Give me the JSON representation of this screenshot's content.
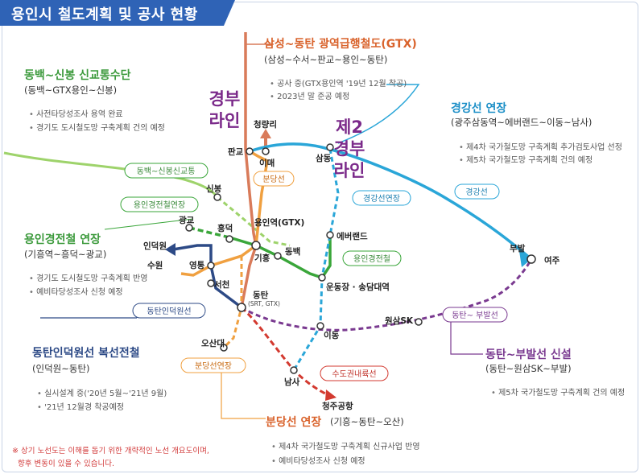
{
  "title": "용인시 철도계획 및 공사 현황",
  "colors": {
    "title_bg": "#2f63b6",
    "gtx": "#d66a4a",
    "green": "#3aa63a",
    "blue": "#2aa6d8",
    "navy": "#2d4a86",
    "purple": "#7a3a90",
    "orange": "#e08a3c",
    "red": "#d33a30"
  },
  "overlay": {
    "gyeongbu": [
      "경부",
      "라인"
    ],
    "gyeongbu2": [
      "제2",
      "경부",
      "라인"
    ]
  },
  "sections": {
    "gtx": {
      "title": "삼성~동탄 광역급행철도(GTX)",
      "subtitle": "(삼성~수서~판교~용인~동탄)",
      "bullets": [
        "공사 중(GTX용인역 '19년 12월 착공)",
        "2023년 말 준공 예정"
      ]
    },
    "dongbaek": {
      "title": "동백~신봉 신교통수단",
      "subtitle": "(동백~GTX용인~신봉)",
      "bullets": [
        "사전타당성조사 용역 완료",
        "경기도 도시철도망 구축계획 건의 예정"
      ]
    },
    "gyeonggang": {
      "title": "경강선 연장",
      "subtitle": "(광주삼동역~에버랜드~이동~남사)",
      "bullets": [
        "제4차 국가철도망 구축계획 추가검토사업 선정",
        "제5차 국가철도망 구축계획 건의 예정"
      ]
    },
    "yongin_ext": {
      "title": "용인경전철 연장",
      "subtitle": "(기흥역~흥덕~광교)",
      "bullets": [
        "경기도 도시철도망 구축계획 반영",
        "예비타당성조사 신청 예정"
      ]
    },
    "dongtan_indeok": {
      "title": "동탄인덕원선 복선전철",
      "subtitle": "(인덕원~동탄)",
      "bullets": [
        "실시설계 중('20년 5월~'21년 9월)",
        "'21년 12월경 착공예정"
      ]
    },
    "dongtan_bubal": {
      "title": "동탄~부발선 신설",
      "subtitle": "(동탄~원삼SK~부발)",
      "bullets": [
        "제5차 국가철도망 구축계획 건의 예정"
      ]
    },
    "bundang_ext": {
      "title": "분당선 연장",
      "subtitle": "(기흥~동탄~오산)",
      "bullets": [
        "제4차 국가철도망 구축계획 신규사업 반영",
        "예비타당성조사 신청 예정"
      ]
    }
  },
  "note": [
    "※ 상기 노선도는 이해를 돕기 위한 개략적인 노선 개요도이며,",
    "향후 변동이 있을 수 있습니다."
  ],
  "line_labels": {
    "dongbaek_sinbong": "동백~신봉신교통",
    "yongin_gyeongjeon_ext": "용인경전철연장",
    "dongtan_indeok": "동탄인덕원선",
    "bundang": "분당선",
    "gyeonggang_ext": "경강선연장",
    "gyeonggang": "경강선",
    "yongin_gyeongjeon": "용인경전철",
    "dongtan_bubal": "동탄~ 부발선",
    "bundang_ext": "분당선연장",
    "metro_express": "수도권내륙선"
  },
  "stations": {
    "cheongnyangni": "청량리",
    "pangyo": "판교",
    "imae": "이매",
    "samdong": "삼동",
    "sinbong": "신봉",
    "gwanggyo": "광교",
    "heungdeok": "흥덕",
    "indeogwon": "인덕원",
    "suwon": "수원",
    "yeongtong": "영통",
    "giheung": "기흥",
    "yongin_gtx": "용인역(GTX)",
    "dongbaek": "동백",
    "everland": "에버랜드",
    "undongjang": "운동장 · 송담대역",
    "seocheon": "서천",
    "dongtan": "동탄",
    "dongtan_sub": "(SRT, GTX)",
    "osandae": "오산대",
    "idong": "이동",
    "wonsam_sk": "원삼SK",
    "bubal": "부발",
    "yeoju": "여주",
    "namsa": "남사",
    "cheongju_airport": "청주공항"
  }
}
